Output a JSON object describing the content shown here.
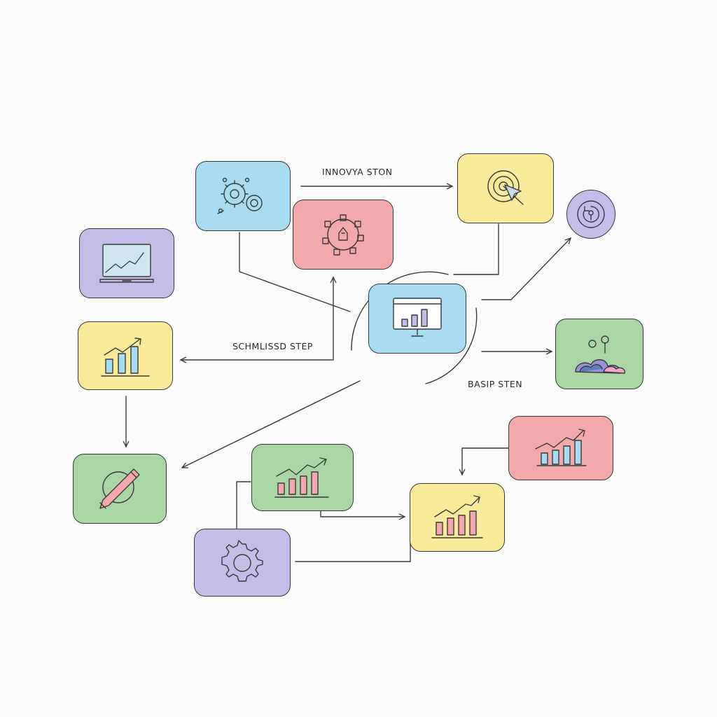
{
  "labels": {
    "top_connector": "INNOVYA STON",
    "left_connector": "SCHMLISSD STEP",
    "right_connector": "BASIP STEN"
  },
  "colors": {
    "blue": "#a8dcf2",
    "pink": "#f3a9ab",
    "yellow": "#faeb9c",
    "purple": "#c4bdea",
    "green": "#aad6a6",
    "ink": "#3a3a3a"
  },
  "nodes": [
    {
      "id": "gears-network",
      "color": "blue",
      "icon": "gears-network-icon"
    },
    {
      "id": "hub-network",
      "color": "pink",
      "icon": "hub-network-icon"
    },
    {
      "id": "target",
      "color": "yellow",
      "icon": "target-cursor-icon"
    },
    {
      "id": "cycle",
      "color": "purple",
      "icon": "cycle-icon"
    },
    {
      "id": "laptop-chart",
      "color": "purple",
      "icon": "laptop-chart-icon"
    },
    {
      "id": "monitor-chart",
      "color": "blue",
      "icon": "monitor-chart-icon"
    },
    {
      "id": "growth-yellow",
      "color": "yellow",
      "icon": "bar-growth-icon"
    },
    {
      "id": "clouds-people",
      "color": "green",
      "icon": "clouds-people-icon"
    },
    {
      "id": "pencil",
      "color": "green",
      "icon": "pencil-icon"
    },
    {
      "id": "growth-green",
      "color": "green",
      "icon": "bar-growth-icon"
    },
    {
      "id": "growth-pink",
      "color": "pink",
      "icon": "bar-growth-icon"
    },
    {
      "id": "growth-yellow-2",
      "color": "yellow",
      "icon": "bar-growth-icon"
    },
    {
      "id": "gear",
      "color": "purple",
      "icon": "gear-icon"
    }
  ]
}
